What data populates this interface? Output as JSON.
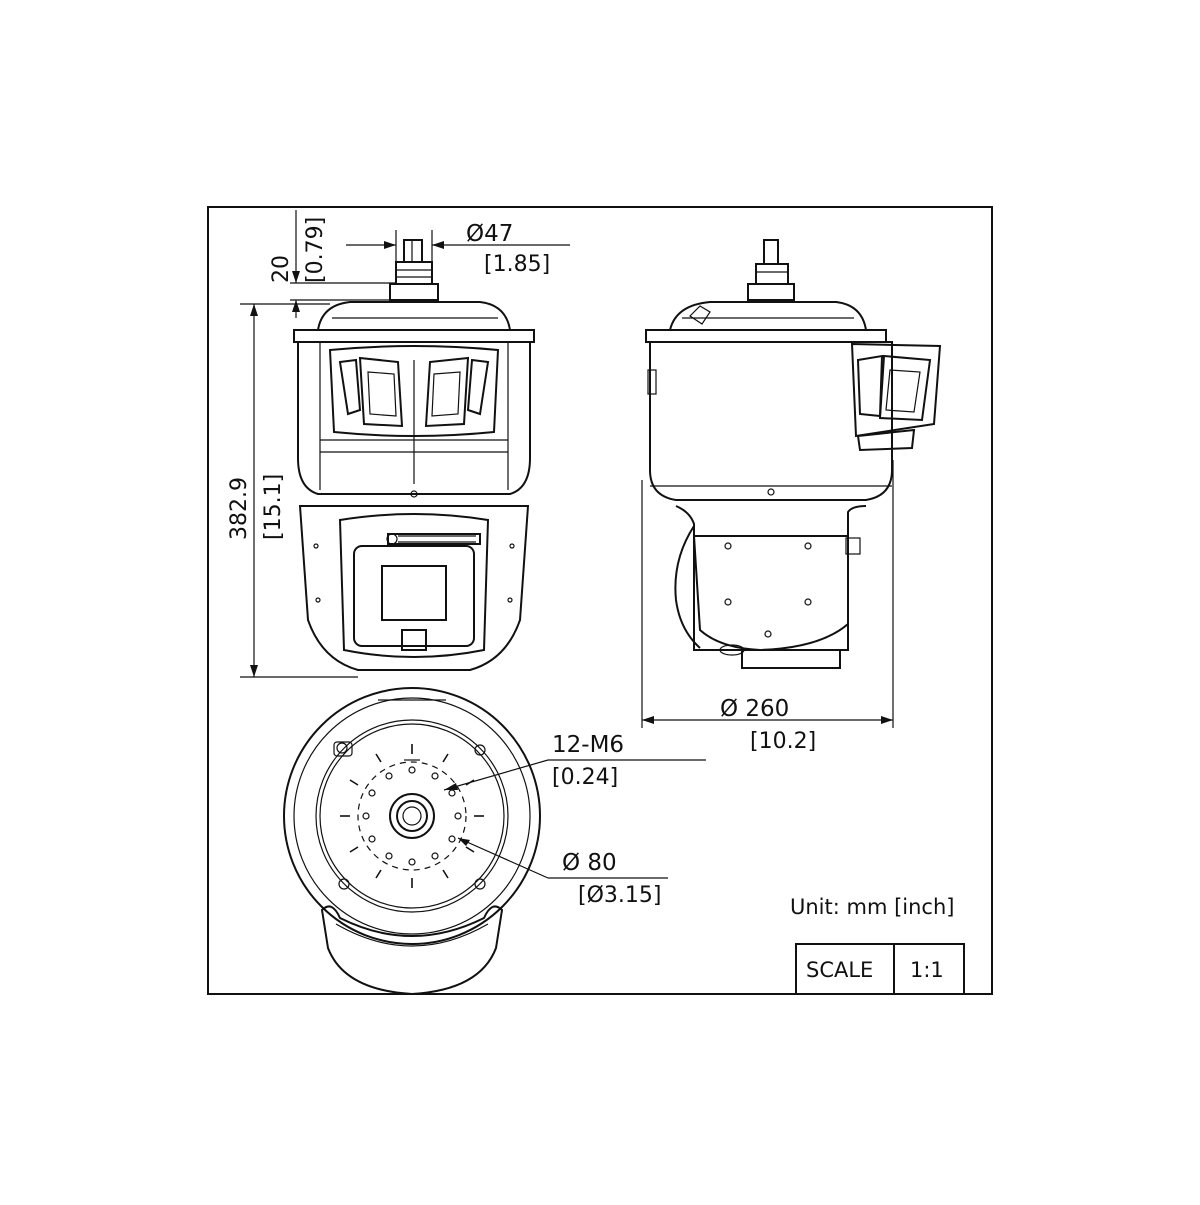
{
  "drawing": {
    "top_diameter": "Ø47",
    "top_diameter_inch": "[1.85]",
    "top_height": "20",
    "top_height_inch": "[0.79]",
    "total_height": "382.9",
    "total_height_inch": "[15.1]",
    "base_diameter": "Ø 260",
    "base_diameter_inch": "[10.2]",
    "screw_spec": "12-M6",
    "screw_spec_inch": "[0.24]",
    "bolt_circle": "Ø 80",
    "bolt_circle_inch": "[Ø3.15]",
    "unit_note": "Unit: mm [inch]",
    "scale_label": "SCALE",
    "scale_value": "1:1"
  }
}
